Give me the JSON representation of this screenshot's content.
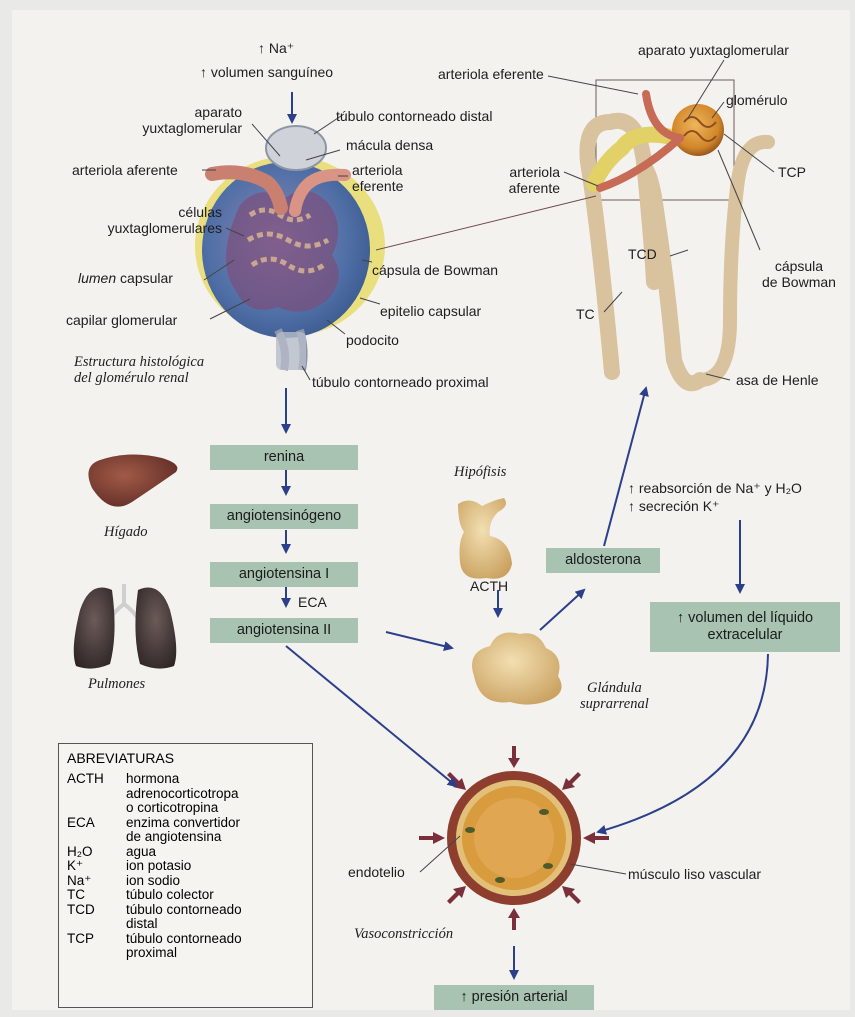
{
  "top": {
    "na": "↑ Na⁺",
    "volume": "↑ volumen sanguíneo"
  },
  "glomerulus": {
    "aparato_a": "aparato",
    "aparato_b": "yuxtaglomerular",
    "tubulo_distal": "túbulo contorneado distal",
    "macula": "mácula densa",
    "arteriola_aferente": "arteriola aferente",
    "arteriola_eferente_a": "arteriola",
    "arteriola_eferente_b": "eferente",
    "celulas_a": "células",
    "celulas_b": "yuxtaglomerulares",
    "lumen_it": "lumen",
    "lumen_rest": " capsular",
    "capsula": "cápsula de Bowman",
    "epitelio": "epitelio capsular",
    "capilar": "capilar glomerular",
    "podocito": "podocito",
    "tubulo_proximal": "túbulo contorneado proximal",
    "caption_a": "Estructura histológica",
    "caption_b": "del glomérulo renal"
  },
  "nephron": {
    "aparato": "aparato yuxtaglomerular",
    "arteriola_eferente": "arteriola eferente",
    "glomerulo": "glomérulo",
    "arteriola_aferente_a": "arteriola",
    "arteriola_aferente_b": "aferente",
    "tcp": "TCP",
    "tcd": "TCD",
    "capsula_a": "cápsula",
    "capsula_b": "de Bowman",
    "tc": "TC",
    "asa": "asa de Henle"
  },
  "cascade": {
    "renina": "renina",
    "angiotensinogeno": "angiotensinógeno",
    "angiotensina1": "angiotensina I",
    "eca": "ECA",
    "angiotensina2": "angiotensina II",
    "aldosterona": "aldosterona",
    "acth": "ACTH",
    "reabsorcion": "↑ reabsorción de Na⁺ y H₂O",
    "secrecion": "↑ secreción K⁺",
    "volumen_liquido_a": "↑ volumen del líquido",
    "volumen_liquido_b": "extracelular",
    "presion": "↑ presión arterial"
  },
  "organs": {
    "higado": "Hígado",
    "pulmones": "Pulmones",
    "hipofisis": "Hipófisis",
    "glandula_a": "Glándula",
    "glandula_b": "suprarrenal"
  },
  "vessel": {
    "endotelio": "endotelio",
    "musculo": "músculo liso vascular",
    "caption": "Vasoconstricción"
  },
  "abbreviations": {
    "title": "ABREVIATURAS",
    "items": [
      {
        "key": "ACTH",
        "lines": [
          "hormona",
          "adrenocorticotropa",
          "o corticotropina"
        ]
      },
      {
        "key": "ECA",
        "lines": [
          "enzima convertidor",
          "de angiotensina"
        ]
      },
      {
        "key": "H₂O",
        "lines": [
          "agua"
        ]
      },
      {
        "key": "K⁺",
        "lines": [
          "ion potasio"
        ]
      },
      {
        "key": "Na⁺",
        "lines": [
          "ion sodio"
        ]
      },
      {
        "key": "TC",
        "lines": [
          "túbulo colector"
        ]
      },
      {
        "key": "TCD",
        "lines": [
          "túbulo contorneado",
          "distal"
        ]
      },
      {
        "key": "TCP",
        "lines": [
          "túbulo contorneado",
          "proximal"
        ]
      }
    ]
  },
  "colors": {
    "box_fill": "#a9c3b2",
    "arrow": "#2b3f8a",
    "muscle_arrow": "#7b2f3a"
  }
}
